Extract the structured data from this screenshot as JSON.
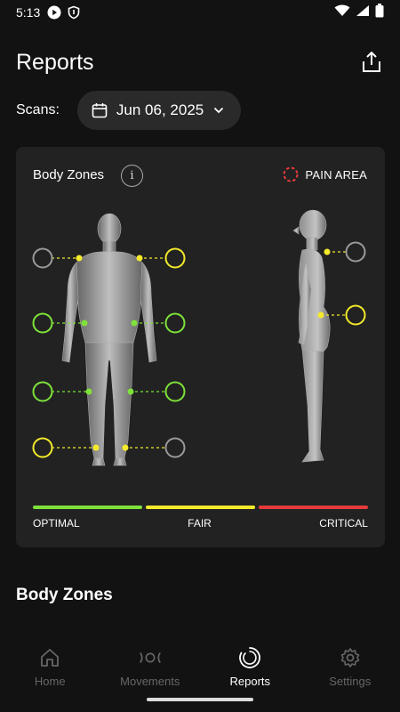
{
  "status": {
    "time": "5:13"
  },
  "header": {
    "title": "Reports"
  },
  "scans": {
    "label": "Scans:",
    "date": "Jun 06, 2025"
  },
  "card": {
    "title": "Body Zones",
    "info_glyph": "i",
    "pain_legend": "PAIN AREA",
    "scale": {
      "labels": [
        "OPTIMAL",
        "FAIR",
        "CRITICAL"
      ],
      "colors": [
        "#7ee23a",
        "#f2e92a",
        "#e53b3b"
      ]
    },
    "zones": [
      {
        "name": "front-shoulder-left",
        "status": "neutral"
      },
      {
        "name": "front-shoulder-right",
        "status": "fair"
      },
      {
        "name": "front-hip-left",
        "status": "optimal"
      },
      {
        "name": "front-hip-right",
        "status": "optimal"
      },
      {
        "name": "front-knee-left",
        "status": "optimal"
      },
      {
        "name": "front-knee-right",
        "status": "optimal"
      },
      {
        "name": "front-ankle-left",
        "status": "fair"
      },
      {
        "name": "front-ankle-right",
        "status": "neutral"
      },
      {
        "name": "side-shoulder",
        "status": "neutral"
      },
      {
        "name": "side-hip",
        "status": "fair"
      }
    ]
  },
  "section": {
    "title": "Body Zones"
  },
  "nav": {
    "items": [
      {
        "label": "Home",
        "icon": "home-icon",
        "active": false
      },
      {
        "label": "Movements",
        "icon": "movements-icon",
        "active": false
      },
      {
        "label": "Reports",
        "icon": "reports-icon",
        "active": true
      },
      {
        "label": "Settings",
        "icon": "gear-icon",
        "active": false
      }
    ]
  },
  "colors": {
    "optimal": "#7ee23a",
    "fair": "#f2e92a",
    "neutral": "#9a9a9a",
    "marker": "#f5ea2b"
  }
}
